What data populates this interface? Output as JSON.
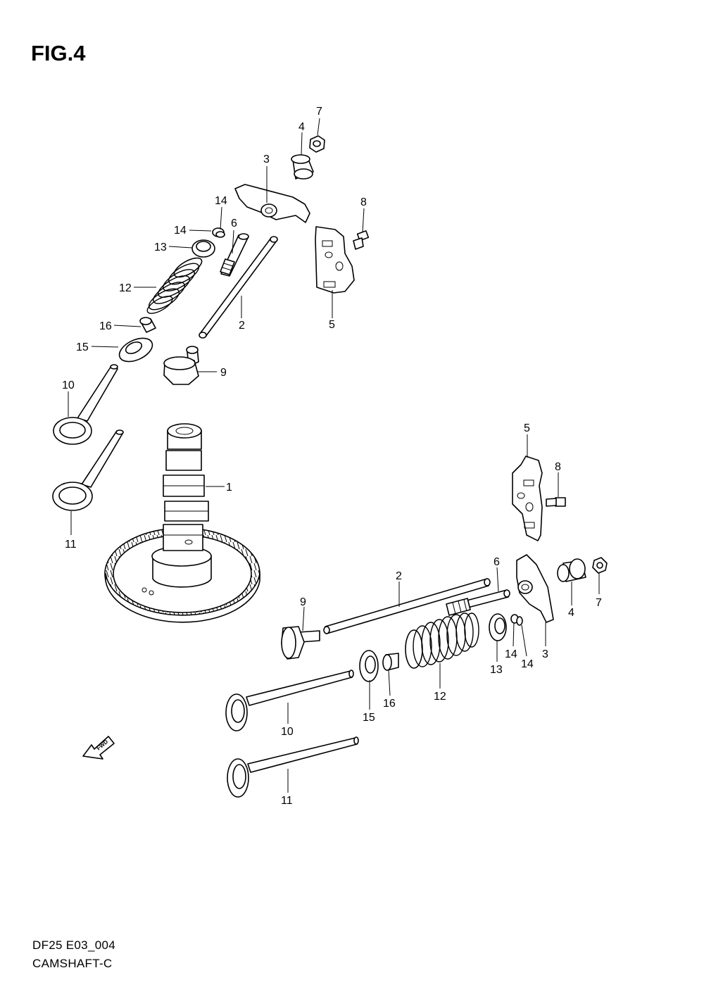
{
  "figure": {
    "title": "FIG.4",
    "code": "DF25 E03_004",
    "name": "CAMSHAFT-C"
  },
  "arrow": {
    "label": "FWD"
  },
  "callouts": [
    {
      "id": "c-7-top",
      "text": "7"
    },
    {
      "id": "c-4-top",
      "text": "4"
    },
    {
      "id": "c-3-top",
      "text": "3"
    },
    {
      "id": "c-8-top",
      "text": "8"
    },
    {
      "id": "c-14a-top",
      "text": "14"
    },
    {
      "id": "c-14b-top",
      "text": "14"
    },
    {
      "id": "c-6-top",
      "text": "6"
    },
    {
      "id": "c-13-top",
      "text": "13"
    },
    {
      "id": "c-12-top",
      "text": "12"
    },
    {
      "id": "c-2-top",
      "text": "2"
    },
    {
      "id": "c-5-top",
      "text": "5"
    },
    {
      "id": "c-16-top",
      "text": "16"
    },
    {
      "id": "c-15-top",
      "text": "15"
    },
    {
      "id": "c-9-top",
      "text": "9"
    },
    {
      "id": "c-10-top",
      "text": "10"
    },
    {
      "id": "c-1",
      "text": "1"
    },
    {
      "id": "c-11-top",
      "text": "11"
    },
    {
      "id": "c-5-right",
      "text": "5"
    },
    {
      "id": "c-8-right",
      "text": "8"
    },
    {
      "id": "c-2-right",
      "text": "2"
    },
    {
      "id": "c-6-right",
      "text": "6"
    },
    {
      "id": "c-9-right",
      "text": "9"
    },
    {
      "id": "c-4-right",
      "text": "4"
    },
    {
      "id": "c-7-right",
      "text": "7"
    },
    {
      "id": "c-14a-right",
      "text": "14"
    },
    {
      "id": "c-3-right",
      "text": "3"
    },
    {
      "id": "c-14b-right",
      "text": "14"
    },
    {
      "id": "c-13-right",
      "text": "13"
    },
    {
      "id": "c-16-right",
      "text": "16"
    },
    {
      "id": "c-12-right",
      "text": "12"
    },
    {
      "id": "c-15-right",
      "text": "15"
    },
    {
      "id": "c-10-right",
      "text": "10"
    },
    {
      "id": "c-11-right",
      "text": "11"
    }
  ]
}
